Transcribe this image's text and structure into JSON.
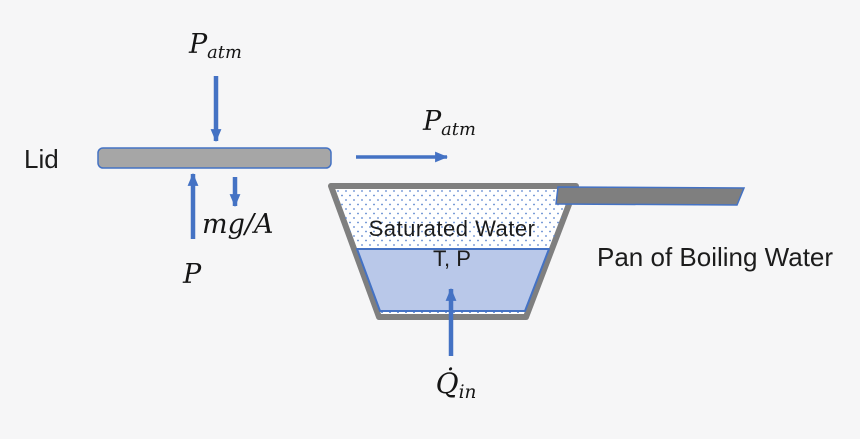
{
  "labels": {
    "p_atm_top": {
      "base": "P",
      "sub": "atm"
    },
    "lid": "Lid",
    "mg_over_a": "mg/A",
    "p": "P",
    "p_atm_side": {
      "base": "P",
      "sub": "atm"
    },
    "saturated_water": "Saturated Water",
    "t_p": "T, P",
    "pan_caption": "Pan of Boiling Water",
    "q_in": {
      "base": "Q̇",
      "sub": "in"
    }
  },
  "colors": {
    "background": "#f6f6f7",
    "arrow_blue": "#4472c4",
    "lid_gray": "#a6a6a6",
    "pan_gray": "#7f7f7f",
    "handle_gray": "#7f7f7f",
    "water_fill": "#b9c8e9",
    "water_border": "#4472c4",
    "vapor_dot": "#5b85cf",
    "pan_inner": "#ffffff",
    "text_black": "#1c1c1c"
  }
}
